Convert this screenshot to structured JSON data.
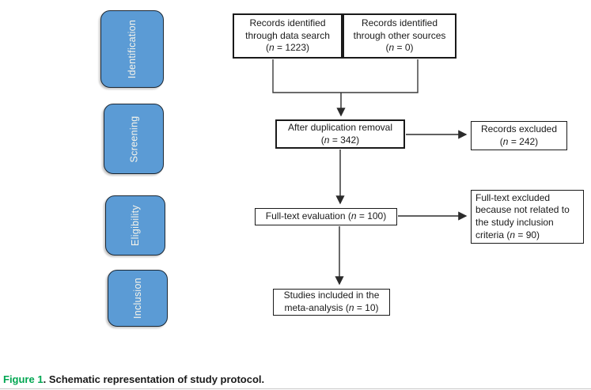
{
  "figure": {
    "caption": {
      "label": "Figure 1",
      "separator": ". ",
      "text": "Schematic representation of study protocol."
    }
  },
  "stages": [
    {
      "label": "Identification"
    },
    {
      "label": "Screening"
    },
    {
      "label": "Eligibility"
    },
    {
      "label": "Inclusion"
    }
  ],
  "flow": {
    "identified_search": {
      "lines": [
        "Records identified",
        "through data search"
      ],
      "n_prefix": "(",
      "n_italic": "n",
      "n_suffix": " = 1223)"
    },
    "identified_other": {
      "lines": [
        "Records identified",
        "through other sources"
      ],
      "n_prefix": "(",
      "n_italic": "n",
      "n_suffix": " = 0)"
    },
    "after_duplication": {
      "lines": [
        "After duplication removal"
      ],
      "n_prefix": "(",
      "n_italic": "n",
      "n_suffix": " = 342)"
    },
    "records_excluded": {
      "lines": [
        "Records excluded"
      ],
      "n_prefix": "(",
      "n_italic": "n",
      "n_suffix": " = 242)"
    },
    "fulltext_evaluation": {
      "n_prefix": "Full-text evaluation (",
      "n_italic": "n",
      "n_suffix": " = 100)"
    },
    "fulltext_excluded": {
      "lines": [
        "Full-text excluded",
        "because not related to",
        "the study inclusion"
      ],
      "n_prefix": "criteria (",
      "n_italic": "n",
      "n_suffix": " = 90)"
    },
    "studies_included": {
      "lines": [
        "Studies included in the"
      ],
      "n_prefix": "meta-analysis (",
      "n_italic": "n",
      "n_suffix": " = 10)"
    }
  },
  "colors": {
    "stage_fill": "#5B9BD5",
    "stage_border": "#1b2733",
    "stage_text": "#F8F5EA",
    "box_border": "#1a1a1a",
    "connector": "#3a3a3a",
    "figure_label_green": "#00A651",
    "caption_text": "#1a1a1a"
  }
}
